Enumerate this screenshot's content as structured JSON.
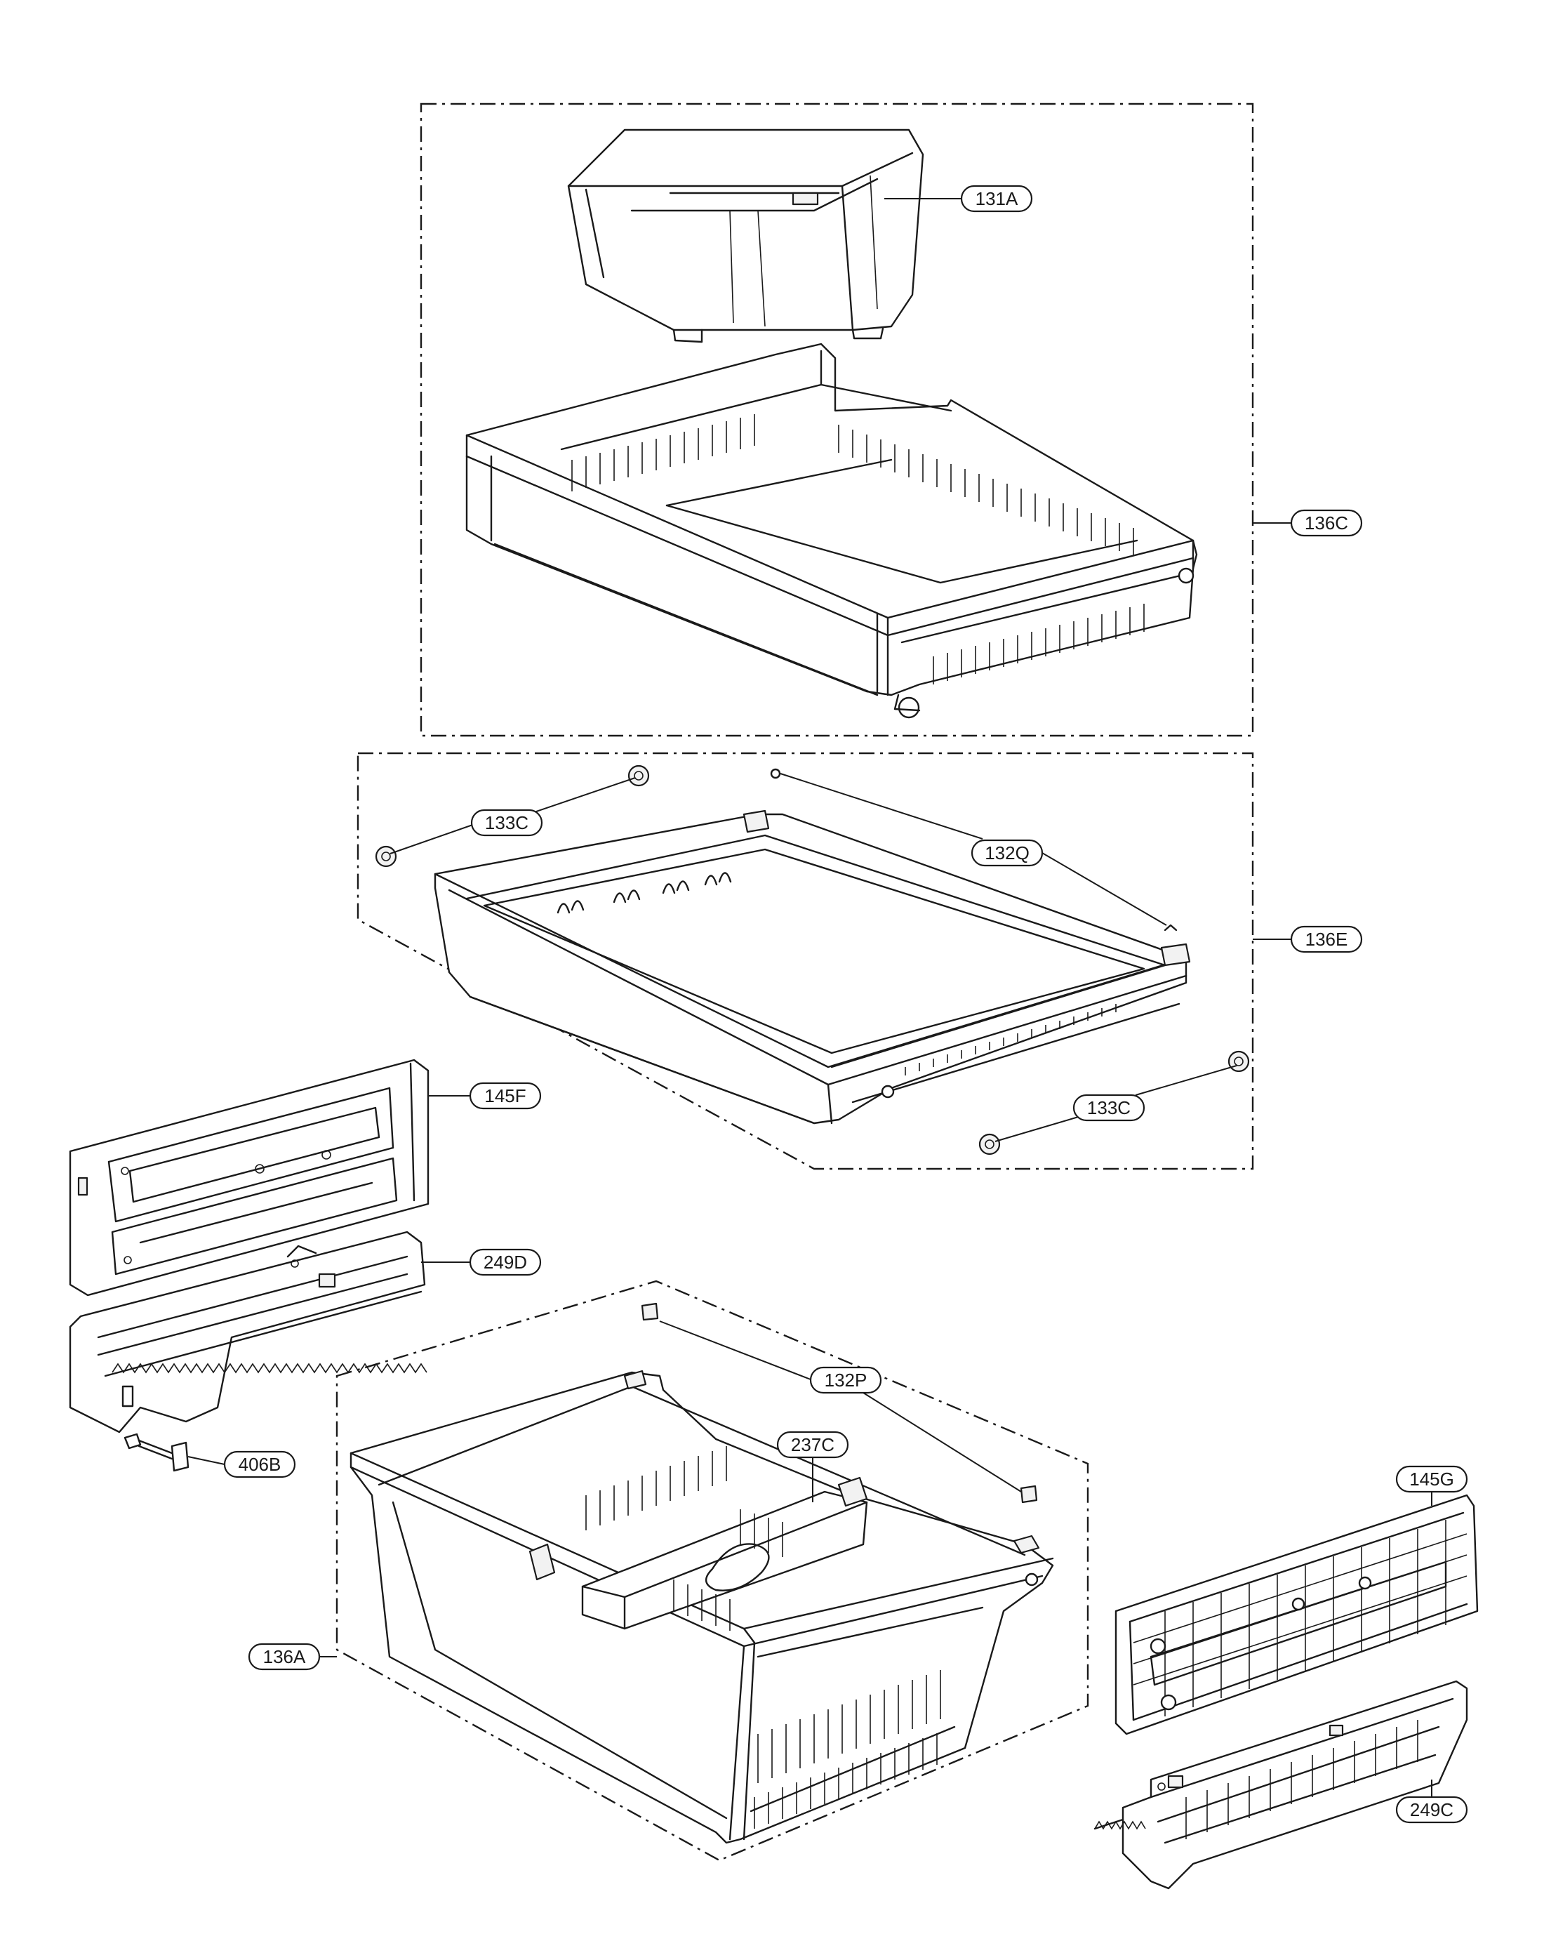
{
  "diagram": {
    "groups": [
      {
        "label": "136C"
      },
      {
        "label": "136E"
      },
      {
        "label": "136A"
      }
    ],
    "parts": [
      {
        "label": "131A"
      },
      {
        "label": "136C"
      },
      {
        "label": "133C"
      },
      {
        "label": "132Q"
      },
      {
        "label": "136E"
      },
      {
        "label": "133C"
      },
      {
        "label": "145F"
      },
      {
        "label": "249D"
      },
      {
        "label": "132P"
      },
      {
        "label": "237C"
      },
      {
        "label": "406B"
      },
      {
        "label": "136A"
      },
      {
        "label": "145G"
      },
      {
        "label": "249C"
      }
    ]
  }
}
